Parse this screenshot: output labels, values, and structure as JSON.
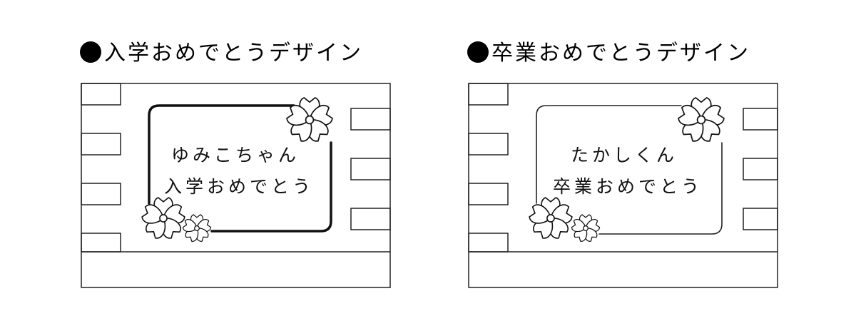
{
  "headings": {
    "left": "入学おめでとうデザイン",
    "right": "卒業おめでとうデザイン"
  },
  "designs": {
    "left": {
      "name_line": "ゆみこちゃん",
      "message_line": "入学おめでとう",
      "frame_style": "bold"
    },
    "right": {
      "name_line": "たかしくん",
      "message_line": "卒業おめでとう",
      "frame_style": "thin"
    }
  },
  "icons": {
    "flower": "sakura-blossom-icon",
    "bullet": "filled-circle-icon"
  },
  "colors": {
    "line": "#222222",
    "background": "#ffffff"
  }
}
